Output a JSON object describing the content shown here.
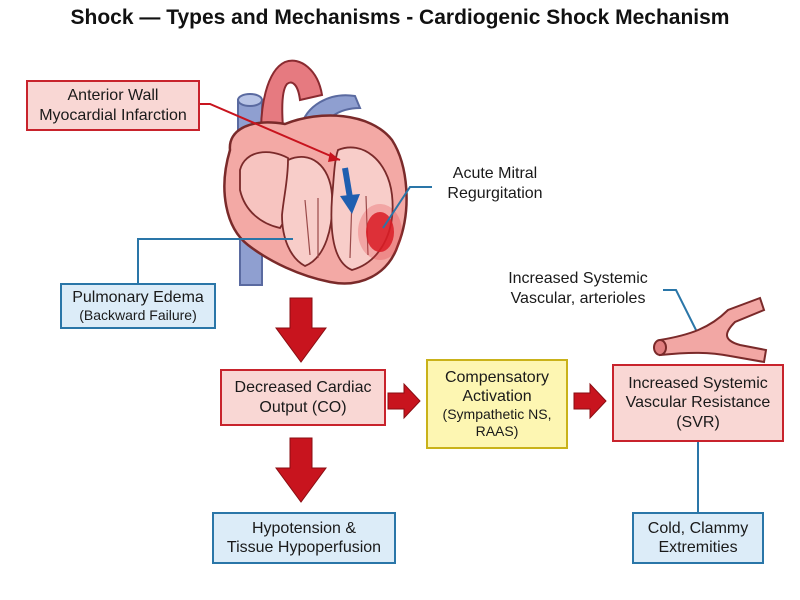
{
  "title": "Shock — Types and Mechanisms - Cardiogenic Shock Mechanism",
  "boxes": {
    "anterior_mi": {
      "line1": "Anterior Wall",
      "line2": "Myocardial Infarction"
    },
    "pulmonary_edema": {
      "line1": "Pulmonary Edema",
      "line2": "(Backward Failure)"
    },
    "decreased_co": {
      "line1": "Decreased Cardiac",
      "line2": "Output (CO)"
    },
    "compensatory": {
      "line1": "Compensatory",
      "line2": "Activation",
      "line3": "(Sympathetic NS,",
      "line4": "RAAS)"
    },
    "increased_svr": {
      "line1": "Increased Systemic",
      "line2": "Vascular Resistance",
      "line3": "(SVR)"
    },
    "hypotension": {
      "line1": "Hypotension &",
      "line2": "Tissue Hypoperfusion"
    },
    "cold_clammy": {
      "line1": "Cold, Clammy",
      "line2": "Extremities"
    }
  },
  "labels": {
    "mitral_regurg": {
      "line1": "Acute Mitral",
      "line2": "Regurgitation"
    },
    "vascular": {
      "line1": "Increased Systemic",
      "line2": "Vascular, arterioles"
    }
  },
  "colors": {
    "cause_fill": "#f9d7d4",
    "cause_border": "#c8232c",
    "effect_fill": "#dcecf8",
    "effect_border": "#2a76a8",
    "compensation_fill": "#fdf6b2",
    "compensation_border": "#c9b21a",
    "flow_arrow": "#c8141e"
  }
}
